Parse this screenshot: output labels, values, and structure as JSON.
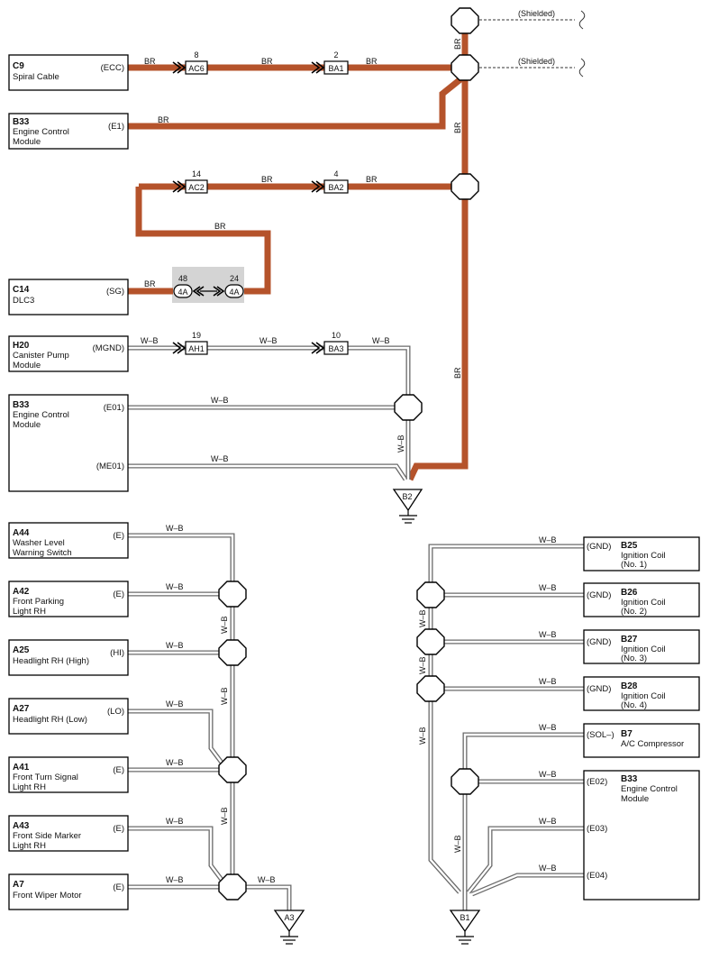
{
  "wire_colors": {
    "BR": "#b5532b",
    "W-B": "#6a6a6a"
  },
  "components": {
    "c9": {
      "code": "C9",
      "line1": "Spiral Cable",
      "line2": "",
      "terminal": "(ECC)"
    },
    "b33a": {
      "code": "B33",
      "line1": "Engine Control",
      "line2": "Module",
      "terminal": "(E1)"
    },
    "c14": {
      "code": "C14",
      "line1": "DLC3",
      "line2": "",
      "terminal": "(SG)"
    },
    "h20": {
      "code": "H20",
      "line1": "Canister Pump",
      "line2": "Module",
      "terminal": "(MGND)"
    },
    "b33b": {
      "code": "B33",
      "line1": "Engine Control",
      "line2": "Module",
      "terminal1": "(E01)",
      "terminal2": "(ME01)"
    },
    "a44": {
      "code": "A44",
      "line1": "Washer Level",
      "line2": "Warning Switch",
      "terminal": "(E)"
    },
    "a42": {
      "code": "A42",
      "line1": "Front Parking",
      "line2": "Light RH",
      "terminal": "(E)"
    },
    "a25": {
      "code": "A25",
      "line1": "Headlight RH (High)",
      "line2": "",
      "terminal": "(HI)"
    },
    "a27": {
      "code": "A27",
      "line1": "Headlight RH (Low)",
      "line2": "",
      "terminal": "(LO)"
    },
    "a41": {
      "code": "A41",
      "line1": "Front Turn Signal",
      "line2": "Light RH",
      "terminal": "(E)"
    },
    "a43": {
      "code": "A43",
      "line1": "Front Side Marker",
      "line2": "Light RH",
      "terminal": "(E)"
    },
    "a7": {
      "code": "A7",
      "line1": "Front Wiper Motor",
      "line2": "",
      "terminal": "(E)"
    },
    "b25": {
      "code": "B25",
      "line1": "Ignition Coil",
      "line2": "(No. 1)",
      "terminal": "(GND)"
    },
    "b26": {
      "code": "B26",
      "line1": "Ignition Coil",
      "line2": "(No. 2)",
      "terminal": "(GND)"
    },
    "b27": {
      "code": "B27",
      "line1": "Ignition Coil",
      "line2": "(No. 3)",
      "terminal": "(GND)"
    },
    "b28": {
      "code": "B28",
      "line1": "Ignition Coil",
      "line2": "(No. 4)",
      "terminal": "(GND)"
    },
    "b7": {
      "code": "B7",
      "line1": "A/C Compressor",
      "line2": "",
      "terminal": "(SOL–)"
    },
    "b33c": {
      "code": "B33",
      "line1": "Engine Control",
      "line2": "Module",
      "terminal1": "(E02)",
      "terminal2": "(E03)",
      "terminal3": "(E04)"
    }
  },
  "connectors": {
    "ac6": {
      "label": "AC6",
      "pin": "8"
    },
    "ba1": {
      "label": "BA1",
      "pin": "2"
    },
    "ac2": {
      "label": "AC2",
      "pin": "14"
    },
    "ba2": {
      "label": "BA2",
      "pin": "4"
    },
    "ah1": {
      "label": "AH1",
      "pin": "19"
    },
    "ba3": {
      "label": "BA3",
      "pin": "10"
    },
    "jc_left": {
      "label": "4A",
      "pin": "48"
    },
    "jc_right": {
      "label": "4A",
      "pin": "24"
    }
  },
  "grounds": {
    "b2": "B2",
    "a3": "A3",
    "b1": "B1"
  },
  "labels": {
    "shielded": "(Shielded)",
    "br": "BR",
    "wb": "W–B"
  }
}
